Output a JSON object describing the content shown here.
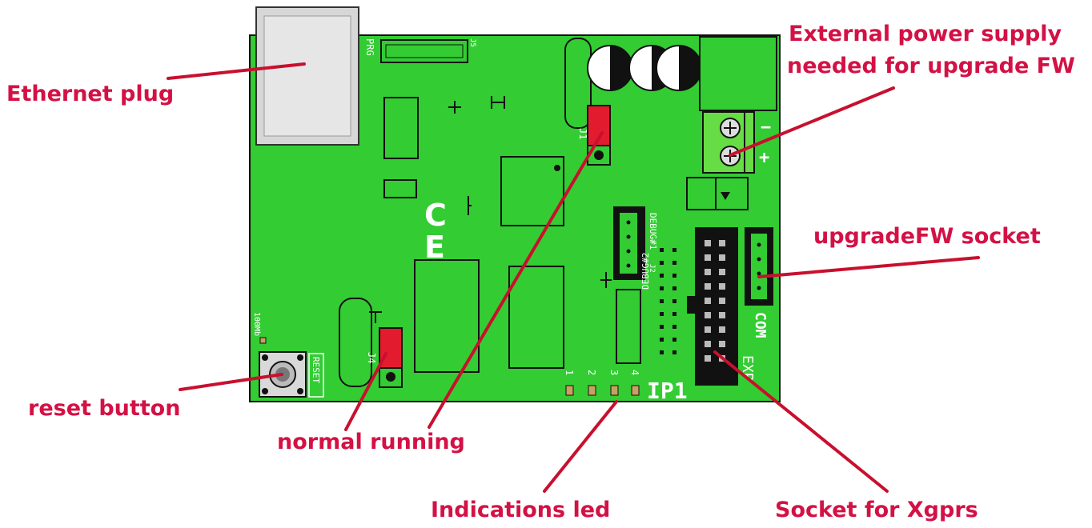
{
  "callouts": {
    "ethernet": "Ethernet plug",
    "power_line1": "External power supply",
    "power_line2": "needed for upgrade FW",
    "upgrade_socket": "upgradeFW socket",
    "reset": "reset button",
    "normal": "normal running",
    "leds": "Indications led",
    "xgprs": "Socket for Xgprs"
  },
  "board": {
    "prg": "PRG",
    "j5": "J5",
    "j4": "J4",
    "j1": "J1",
    "reset": "RESET",
    "mbps": "100Mb",
    "debug1": "DEBUG#1",
    "debug2": "DEBUG#2",
    "j2": "J2",
    "com": "COM",
    "exp": "EXP",
    "ip1": "IP1",
    "led_numbers": [
      "1",
      "2",
      "3",
      "4"
    ],
    "plus": "+",
    "minus": "−"
  },
  "colors": {
    "pcb": "#33cc33",
    "label": "#d31145",
    "jumper": "#e31b2e",
    "terminal": "#66dd44"
  }
}
